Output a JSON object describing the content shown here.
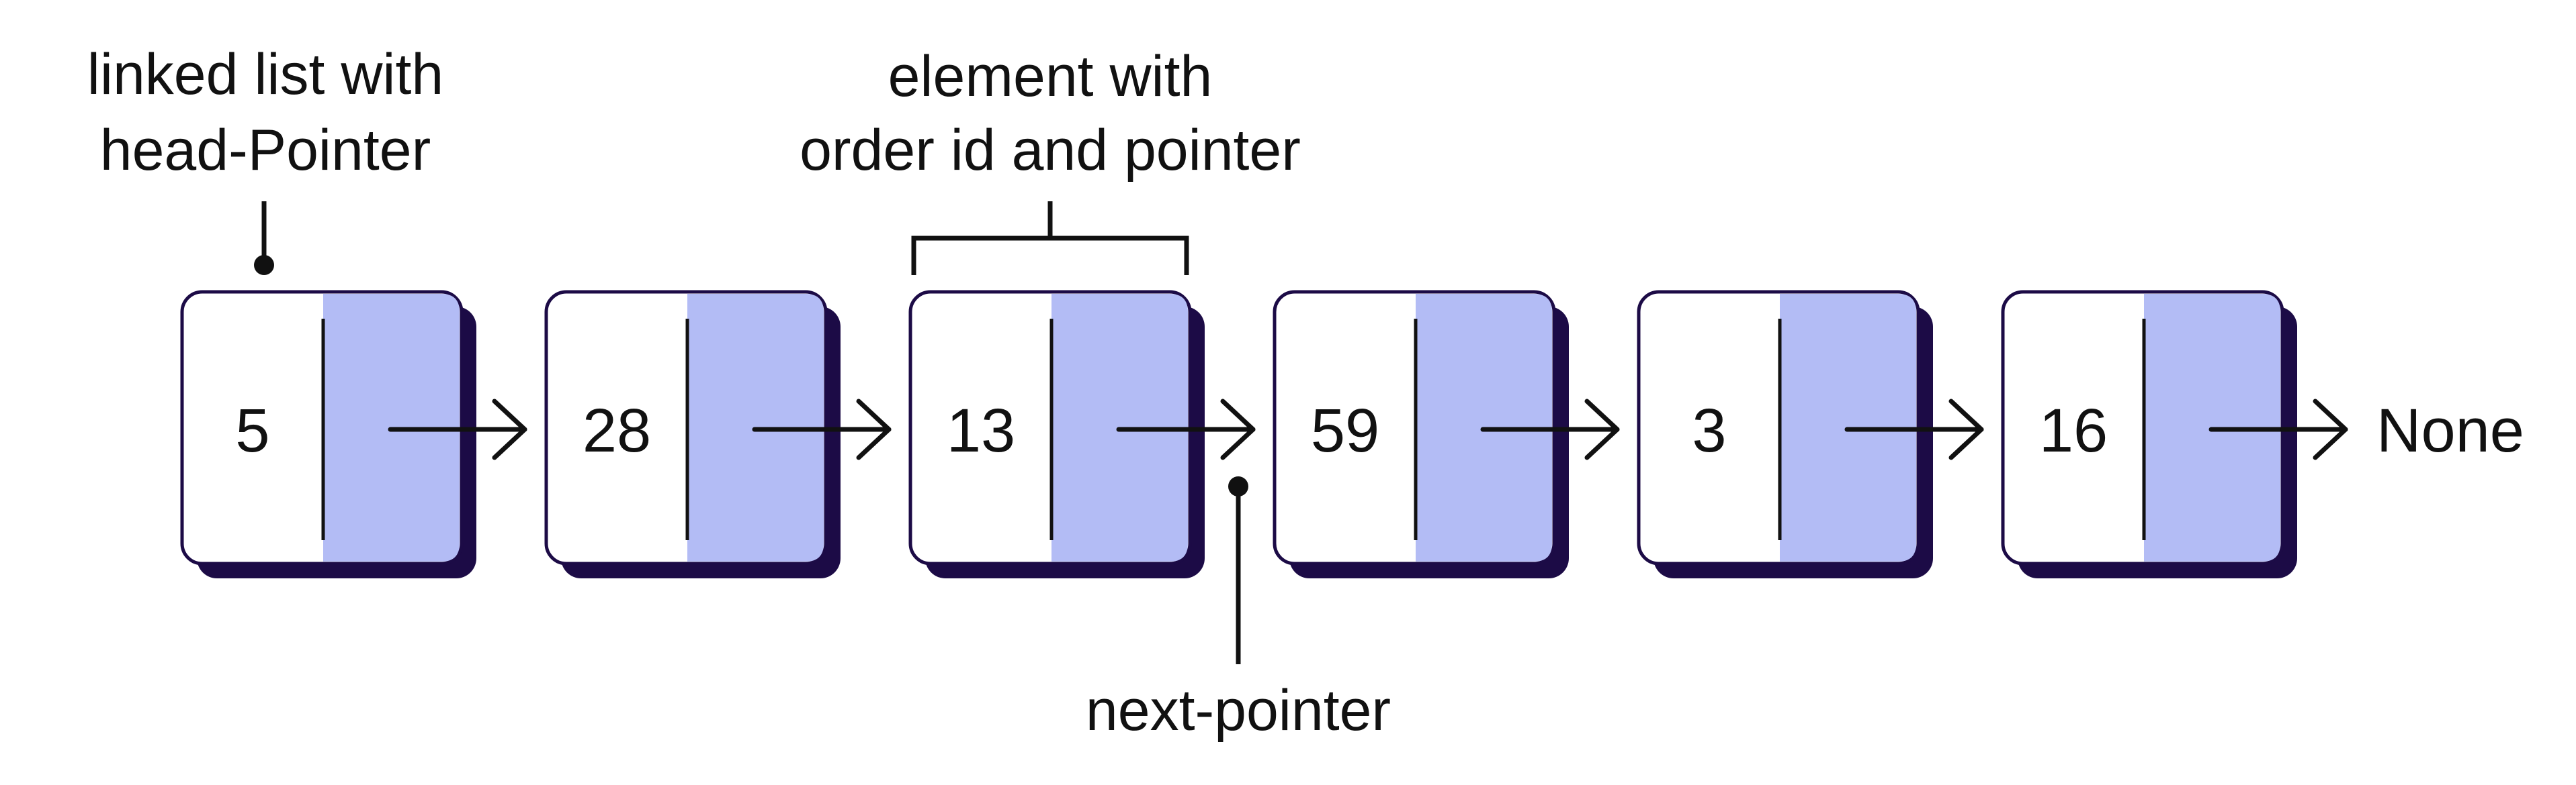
{
  "annotations": {
    "head_line1": "linked list with",
    "head_line2": "head-Pointer",
    "element_line1": "element with",
    "element_line2": "order id and pointer",
    "next_pointer": "next-pointer"
  },
  "nodes": [
    {
      "value": "5"
    },
    {
      "value": "28"
    },
    {
      "value": "13"
    },
    {
      "value": "59"
    },
    {
      "value": "3"
    },
    {
      "value": "16"
    }
  ],
  "terminal": "None",
  "colors": {
    "pointer_fill": "#b3bcf5",
    "shadow": "#1c0b46",
    "outline": "#1c0b46",
    "node_fill": "#ffffff",
    "stroke": "#111111"
  }
}
